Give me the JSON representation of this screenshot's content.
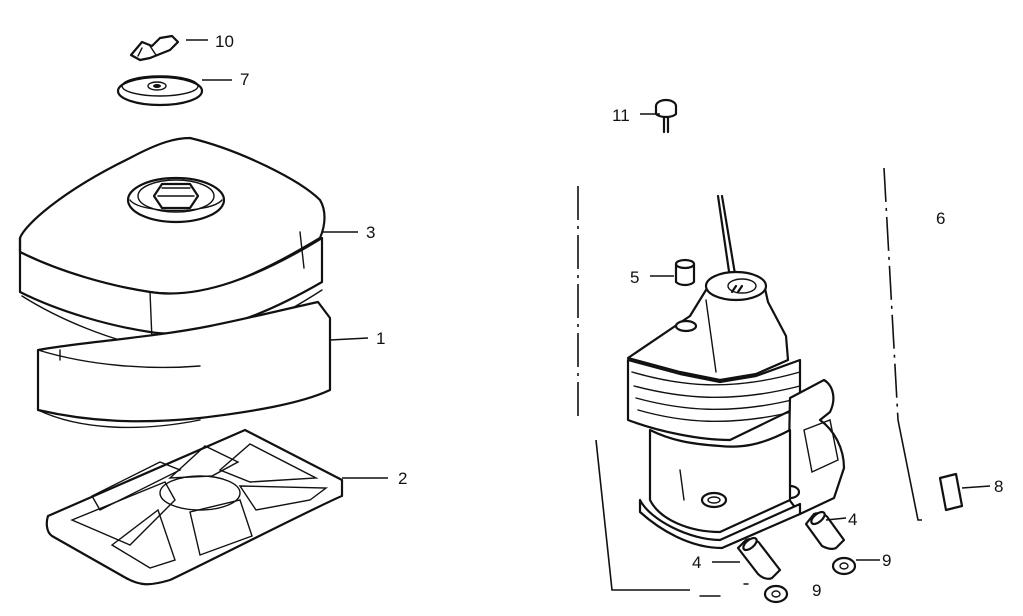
{
  "callouts": {
    "c1": "1",
    "c2": "2",
    "c3": "3",
    "c4a": "4",
    "c4b": "4",
    "c5": "5",
    "c6": "6",
    "c7": "7",
    "c8": "8",
    "c9a": "9",
    "c9b": "9",
    "c10": "10",
    "c11": "11"
  }
}
